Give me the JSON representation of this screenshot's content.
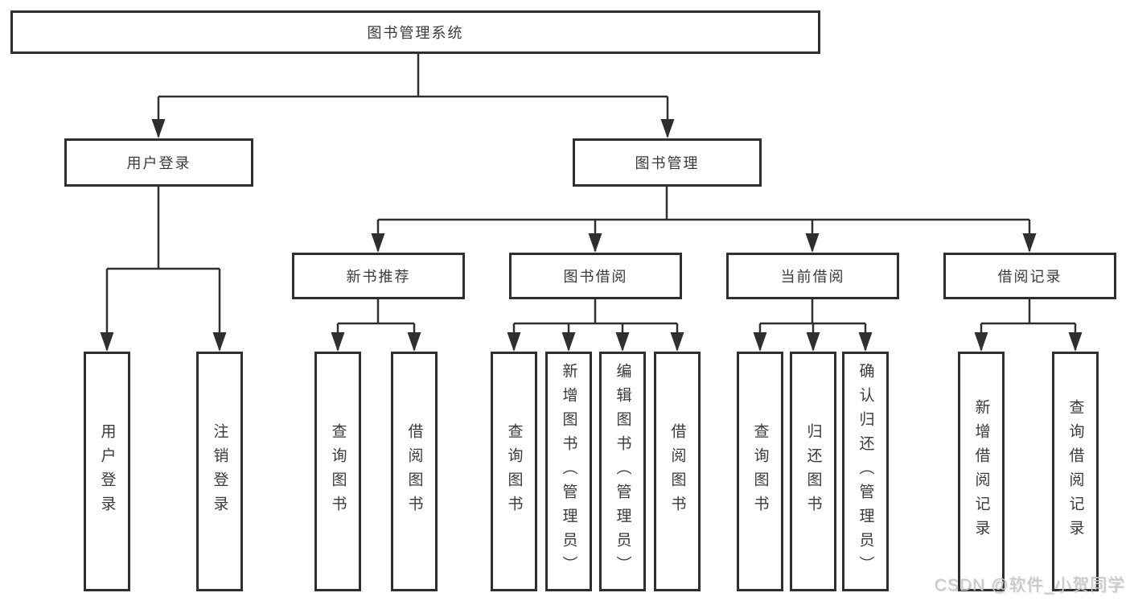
{
  "tree": {
    "root": {
      "label": "图书管理系统"
    },
    "branches": [
      {
        "label": "用户登录",
        "children": [
          {
            "label": "用户登录"
          },
          {
            "label": "注销登录"
          }
        ]
      },
      {
        "label": "图书管理",
        "children": [
          {
            "label": "新书推荐",
            "children": [
              {
                "label": "查询图书"
              },
              {
                "label": "借阅图书"
              }
            ]
          },
          {
            "label": "图书借阅",
            "children": [
              {
                "label": "查询图书"
              },
              {
                "label": "新增图书（管理员）"
              },
              {
                "label": "编辑图书（管理员）"
              },
              {
                "label": "借阅图书"
              }
            ]
          },
          {
            "label": "当前借阅",
            "children": [
              {
                "label": "查询图书"
              },
              {
                "label": "归还图书"
              },
              {
                "label": "确认归还（管理员）"
              }
            ]
          },
          {
            "label": "借阅记录",
            "children": [
              {
                "label": "新增借阅记录"
              },
              {
                "label": "查询借阅记录"
              }
            ]
          }
        ]
      }
    ]
  },
  "watermark": {
    "text": "CSDN @软件_小贺同学"
  },
  "colors": {
    "line": "#2f2f2f",
    "box_border": "#2f2f2f",
    "text": "#3a3a3a",
    "background": "#ffffff",
    "watermark": "#c8c8c8"
  }
}
